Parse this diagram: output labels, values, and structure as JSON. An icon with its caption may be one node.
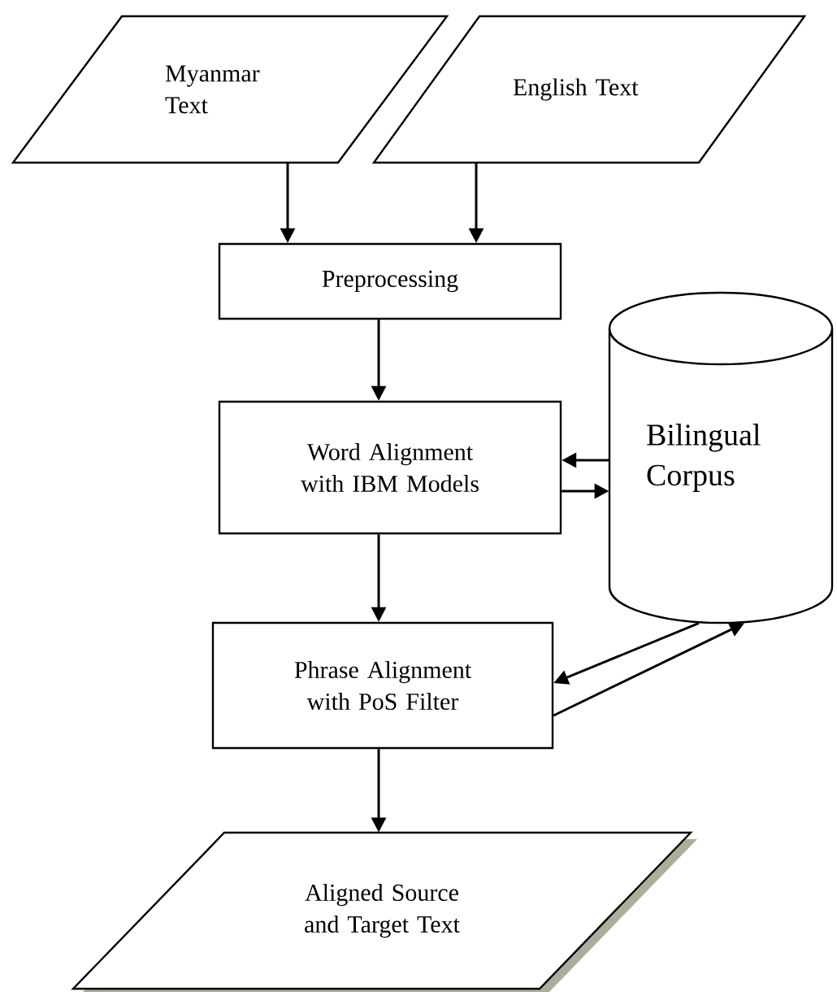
{
  "diagram": {
    "nodes": [
      {
        "text": [
          "Myanmar Text"
        ]
      },
      {
        "text": [
          "English Text"
        ]
      },
      {
        "text": [
          "Preprocessing"
        ]
      },
      {
        "text": [
          "Word Alignment with IBM Models"
        ]
      },
      {
        "text": [
          "Bilingual Corpus"
        ]
      },
      {
        "text": [
          "Phrase Alignment with PoS Filter"
        ]
      },
      {
        "text": [
          "Aligned Source and Target Text"
        ]
      }
    ],
    "edges": [
      {
        "from": 0,
        "to": 2,
        "arrow": "to"
      },
      {
        "from": 1,
        "to": 2,
        "arrow": "to"
      },
      {
        "from": 2,
        "to": 3,
        "arrow": "to"
      },
      {
        "from": 4,
        "to": 3,
        "arrow": "to"
      },
      {
        "from": 3,
        "to": 4,
        "arrow": "to"
      },
      {
        "from": 3,
        "to": 5,
        "arrow": "to"
      },
      {
        "from": 4,
        "to": 5,
        "arrow": "to"
      },
      {
        "from": 5,
        "to": 4,
        "arrow": "to"
      },
      {
        "from": 5,
        "to": 6,
        "arrow": "to"
      }
    ]
  }
}
